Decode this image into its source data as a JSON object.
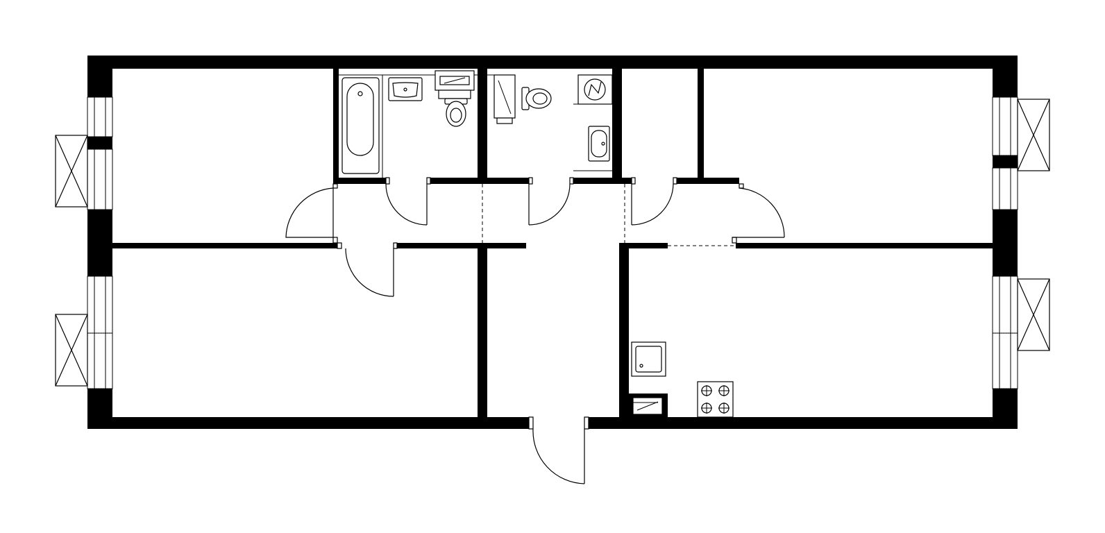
{
  "diagram": {
    "type": "floor-plan",
    "rooms": [
      {
        "name": "room-top-left"
      },
      {
        "name": "room-bottom-left"
      },
      {
        "name": "bathroom"
      },
      {
        "name": "toilet-laundry"
      },
      {
        "name": "storage-closet"
      },
      {
        "name": "room-top-right"
      },
      {
        "name": "kitchen-living"
      },
      {
        "name": "hallway"
      }
    ],
    "fixtures": [
      "bathtub-icon",
      "sink-icon",
      "toilet-icon",
      "washing-machine-icon",
      "cooktop-icon",
      "kitchen-sink-icon",
      "shower-icon"
    ]
  }
}
